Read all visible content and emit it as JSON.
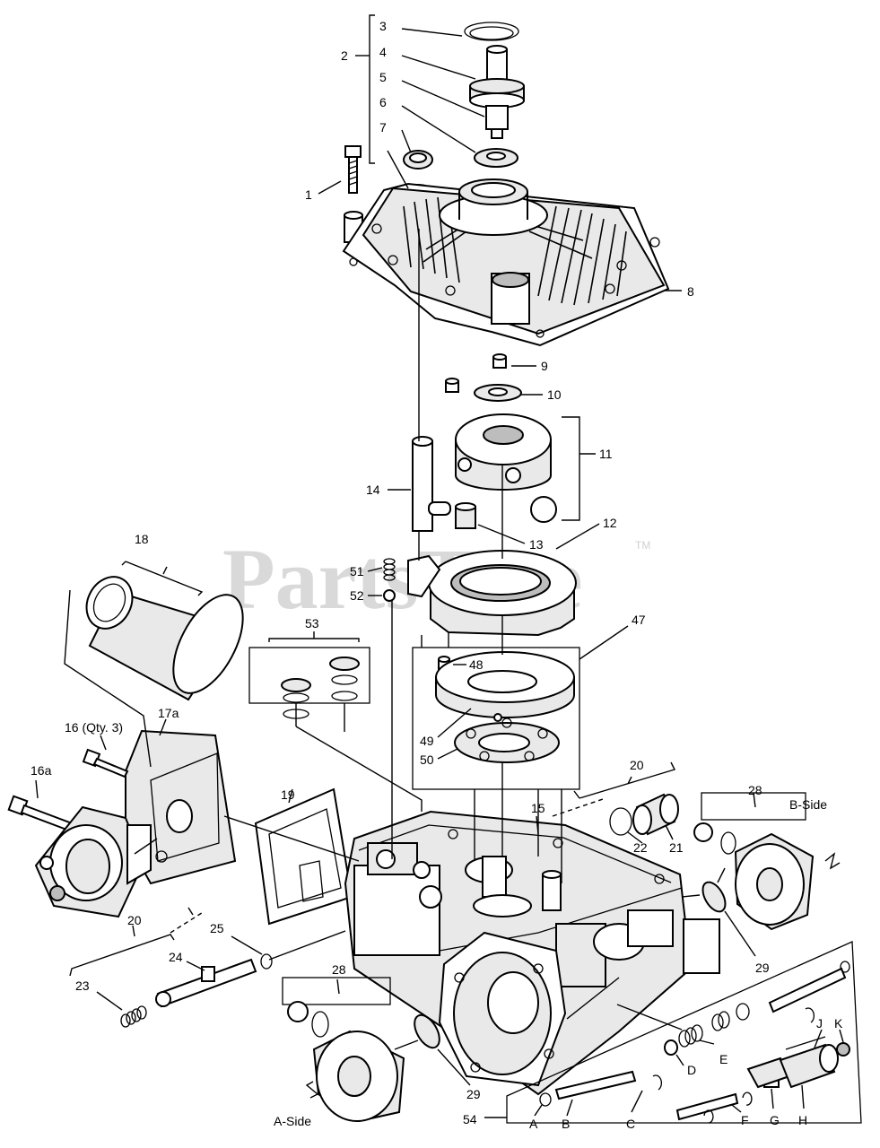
{
  "watermark": {
    "text": "PartsTree",
    "tm": "TM"
  },
  "callouts": {
    "c1": "1",
    "c2": "2",
    "c3": "3",
    "c4": "4",
    "c5": "5",
    "c6": "6",
    "c7": "7",
    "c8": "8",
    "c9": "9",
    "c10": "10",
    "c11": "11",
    "c12": "12",
    "c13": "13",
    "c14": "14",
    "c15": "15",
    "c16": "16 (Qty. 3)",
    "c16a": "16a",
    "c17a": "17a",
    "c18": "18",
    "c19": "19",
    "c20a": "20",
    "c20b": "20",
    "c21": "21",
    "c22": "22",
    "c23": "23",
    "c24": "24",
    "c25": "25",
    "c28a": "28",
    "c28b": "28",
    "c29a": "29",
    "c29b": "29",
    "c47": "47",
    "c48": "48",
    "c49": "49",
    "c50": "50",
    "c51": "51",
    "c52": "52",
    "c53": "53",
    "c54": "54",
    "cA": "A",
    "cB": "B",
    "cC": "C",
    "cD": "D",
    "cE": "E",
    "cF": "F",
    "cG": "G",
    "cH": "H",
    "cJ": "J",
    "cK": "K"
  },
  "side_labels": {
    "a_side": "A-Side",
    "b_side": "B-Side"
  }
}
